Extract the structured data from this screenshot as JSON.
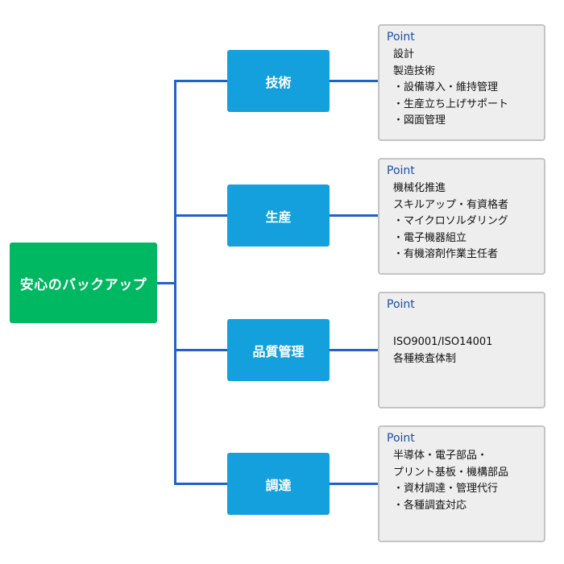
{
  "root": {
    "label": "安心のバックアップ"
  },
  "categories": [
    {
      "label": "技術",
      "point_title": "Point",
      "lines": [
        "設計",
        "製造技術",
        "・設備導入・維持管理",
        "・生産立ち上げサポート",
        "・図面管理"
      ]
    },
    {
      "label": "生産",
      "point_title": "Point",
      "lines": [
        "機械化推進",
        "スキルアップ・有資格者",
        "・マイクロソルダリング",
        "・電子機器組立",
        "・有機溶剤作業主任者"
      ]
    },
    {
      "label": "品質管理",
      "point_title": "Point",
      "lines": [
        "ISO9001/ISO14001",
        "各種検査体制"
      ]
    },
    {
      "label": "調達",
      "point_title": "Point",
      "lines": [
        "半導体・電子部品・",
        "プリント基板・機構部品",
        "・資材調達・管理代行",
        "・各種調査対応"
      ]
    }
  ],
  "colors": {
    "root": "#00b862",
    "category": "#13a0dc",
    "connector": "#1f63c8",
    "point_title": "#1e4ea8",
    "point_bg": "#eeeeee",
    "point_border": "#c4c4c4"
  }
}
